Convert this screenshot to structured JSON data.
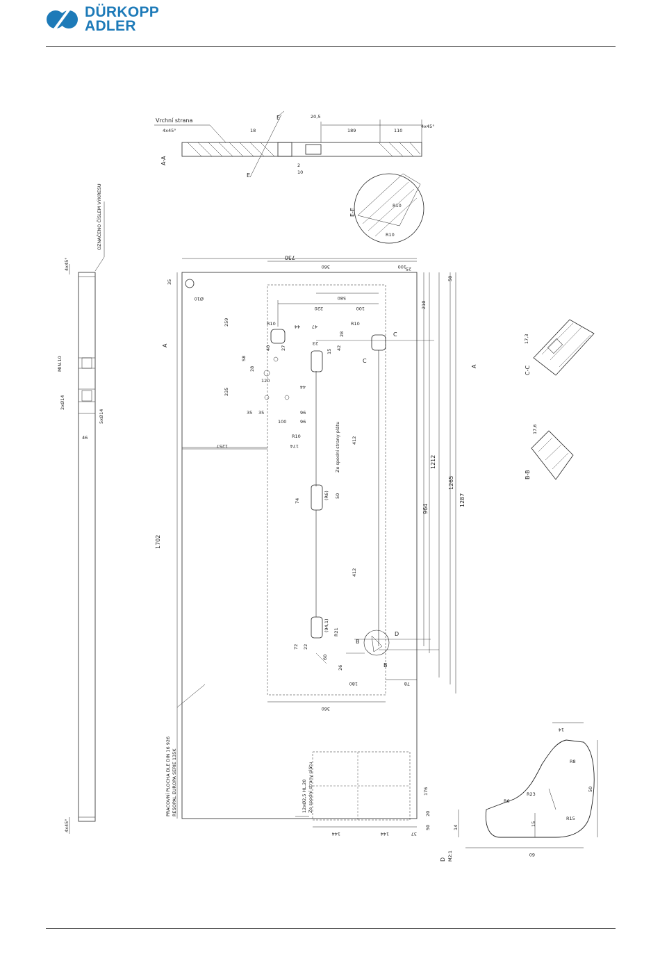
{
  "brand": {
    "line1": "DÜRKOPP",
    "line2": "ADLER",
    "color": "#1d7ab8"
  },
  "drawing": {
    "section_aa": {
      "label": "A-A",
      "note": "Vrchní strana",
      "chamfer": "4x45°",
      "dims": [
        "189",
        "110",
        "4x45°",
        "20,5",
        "18",
        "2",
        "10"
      ]
    },
    "section_ee": {
      "label": "E-E",
      "dims": [
        "R10",
        "R10"
      ]
    },
    "section_cc": {
      "label": "C-C",
      "dims": [
        "17,3"
      ]
    },
    "section_bb": {
      "label": "B-B",
      "dims": [
        "17,6"
      ]
    },
    "detail_d": {
      "label": "D",
      "scale": "M2:1",
      "dims": [
        "14",
        "R6",
        "R8",
        "R23",
        "R15",
        "50",
        "60",
        "15",
        "14"
      ]
    },
    "side_view": {
      "note": "OZNAČENO ČÍSLEM VÝKRESU",
      "dims": [
        "4x45°",
        "MIN.10",
        "2xØ14",
        "5xØ14",
        "46",
        "4x45°"
      ]
    },
    "main": {
      "overall_length": "1702",
      "overall_width": "730",
      "inner_lengths": [
        "964",
        "1212",
        "1265",
        "1287"
      ],
      "dims": [
        "35",
        "Ø10",
        "360",
        "100",
        "580",
        "100",
        "220",
        "25",
        "210",
        "50",
        "259",
        "235",
        "1257",
        "174",
        "412",
        "412",
        "R10",
        "R10",
        "R10",
        "74",
        "(R6)",
        "50",
        "72",
        "22",
        "(94,1)",
        "R21",
        "60",
        "26",
        "180",
        "78",
        "360",
        "176",
        "144",
        "144",
        "37",
        "50",
        "20",
        "96",
        "96",
        "100",
        "35",
        "35",
        "120",
        "S8",
        "28",
        "27",
        "40",
        "47",
        "44",
        "23",
        "42",
        "15",
        "44",
        "28"
      ],
      "notes": [
        "Ze spodní strany plátu",
        "PRACOVNÍ PLOCHA DLE DIN 16 926",
        "RESOPAL EUROPA SERIE 135K",
        "12xØ2,5 HL.20",
        "Ze spodní strany plátu"
      ],
      "section_marks": [
        "A",
        "A",
        "B",
        "B",
        "C",
        "C",
        "D",
        "E",
        "E"
      ]
    }
  }
}
